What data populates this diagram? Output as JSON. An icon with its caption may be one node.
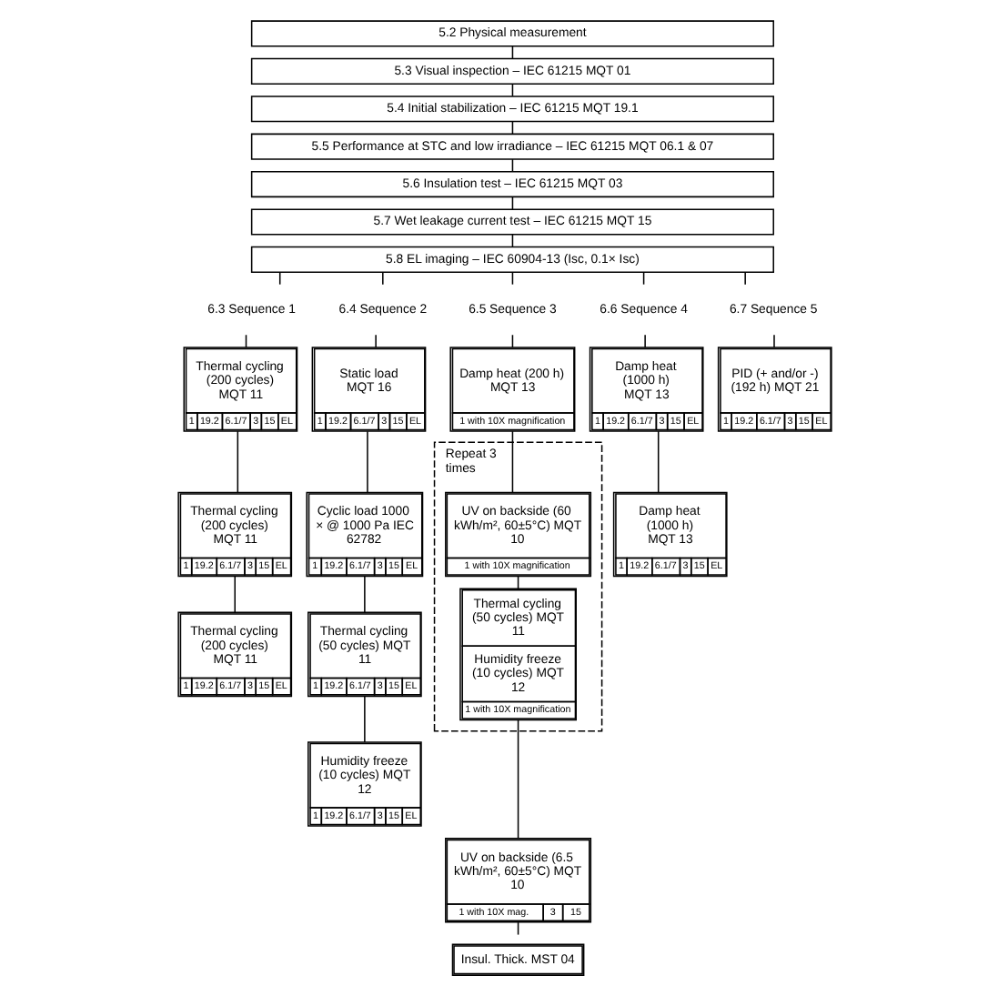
{
  "diagram": {
    "nodes": [
      {
        "text": [
          "5.2 Physical measurement"
        ]
      },
      {
        "text": [
          "5.3 Visual inspection – IEC 61215 MQT 01"
        ]
      },
      {
        "text": [
          "5.4 Initial stabilization – IEC 61215 MQT 19.1"
        ]
      },
      {
        "text": [
          "5.5 Performance at STC and low irradiance – IEC 61215 MQT 06.1 & 07"
        ]
      },
      {
        "text": [
          "5.6 Insulation test – IEC 61215 MQT 03"
        ]
      },
      {
        "text": [
          "5.7 Wet leakage current test – IEC 61215 MQT 15"
        ]
      },
      {
        "text": [
          "5.8 EL imaging – IEC 60904-13 (Isc, 0.1× Isc)"
        ]
      },
      {
        "text": [
          "6.3 Sequence 1"
        ]
      },
      {
        "text": [
          "6.4 Sequence 2"
        ]
      },
      {
        "text": [
          "6.5 Sequence 3"
        ]
      },
      {
        "text": [
          "6.6 Sequence 4"
        ]
      },
      {
        "text": [
          "6.7 Sequence 5"
        ]
      },
      {
        "text": [
          "Thermal cycling (200 cycles) MQT 11",
          "1",
          "19.2",
          "6.1/7",
          "3",
          "15",
          "EL"
        ]
      },
      {
        "text": [
          "Static load MQT 16",
          "1",
          "19.2",
          "6.1/7",
          "3",
          "15",
          "EL"
        ]
      },
      {
        "text": [
          "Damp heat (200 h) MQT 13",
          "1 with 10X magnification"
        ]
      },
      {
        "text": [
          "Damp heat (1000 h) MQT 13",
          "1",
          "19.2",
          "6.1/7",
          "3",
          "15",
          "EL"
        ]
      },
      {
        "text": [
          "PID (+ and/or -) (192 h) MQT 21",
          "1",
          "19.2",
          "6.1/7",
          "3",
          "15",
          "EL"
        ]
      },
      {
        "text": [
          "Thermal cycling (200 cycles) MQT 11",
          "1",
          "19.2",
          "6.1/7",
          "3",
          "15",
          "EL"
        ]
      },
      {
        "text": [
          "Cyclic load 1000 × @ 1000 Pa IEC 62782",
          "1",
          "19.2",
          "6.1/7",
          "3",
          "15",
          "EL"
        ]
      },
      {
        "text": [
          "Repeat 3 times"
        ]
      },
      {
        "text": [
          "Damp heat (1000 h) MQT 13",
          "1",
          "19.2",
          "6.1/7",
          "3",
          "15",
          "EL"
        ]
      },
      {
        "text": [
          "UV on backside (60 kWh/m², 60±5°C) MQT 10",
          "1 with 10X magnification"
        ],
        "in": 19
      },
      {
        "text": [
          "Thermal cycling (200 cycles) MQT 11",
          "1",
          "19.2",
          "6.1/7",
          "3",
          "15",
          "EL"
        ]
      },
      {
        "text": [
          "Thermal cycling (50 cycles) MQT 11",
          "1",
          "19.2",
          "6.1/7",
          "3",
          "15",
          "EL"
        ]
      },
      {
        "text": [
          "Thermal cycling (50 cycles) MQT 11",
          "Humidity freeze (10 cycles) MQT 12",
          "1 with 10X magnification"
        ],
        "in": 19
      },
      {
        "text": [
          "UV on backside (6.5 kWh/m², 60±5°C) MQT 10",
          "1 with 10X mag.",
          "3",
          "15"
        ]
      },
      {
        "text": [
          "Humidity freeze (10 cycles) MQT 12",
          "1",
          "19.2",
          "6.1/7",
          "3",
          "15",
          "EL"
        ]
      },
      {
        "text": [
          "Insul. Thick. MST 04"
        ]
      }
    ],
    "edges": [
      {
        "from": 0,
        "to": 1,
        "arrow": "none"
      },
      {
        "from": 1,
        "to": 2,
        "arrow": "none"
      },
      {
        "from": 2,
        "to": 3,
        "arrow": "none"
      },
      {
        "from": 3,
        "to": 4,
        "arrow": "none"
      },
      {
        "from": 4,
        "to": 5,
        "arrow": "none"
      },
      {
        "from": 5,
        "to": 6,
        "arrow": "none"
      },
      {
        "from": 6,
        "to": 7,
        "arrow": "none"
      },
      {
        "from": 6,
        "to": 8,
        "arrow": "none"
      },
      {
        "from": 6,
        "to": 9,
        "arrow": "none"
      },
      {
        "from": 6,
        "to": 10,
        "arrow": "none"
      },
      {
        "from": 6,
        "to": 11,
        "arrow": "none"
      },
      {
        "from": 7,
        "to": 12,
        "arrow": "none"
      },
      {
        "from": 12,
        "to": 17,
        "arrow": "none"
      },
      {
        "from": 17,
        "to": 22,
        "arrow": "none"
      },
      {
        "from": 8,
        "to": 13,
        "arrow": "none"
      },
      {
        "from": 13,
        "to": 18,
        "arrow": "none"
      },
      {
        "from": 18,
        "to": 23,
        "arrow": "none"
      },
      {
        "from": 23,
        "to": 26,
        "arrow": "none"
      },
      {
        "from": 9,
        "to": 14,
        "arrow": "none"
      },
      {
        "from": 14,
        "to": 21,
        "arrow": "none"
      },
      {
        "from": 21,
        "to": 24,
        "arrow": "none"
      },
      {
        "from": 24,
        "to": 25,
        "arrow": "none"
      },
      {
        "from": 25,
        "to": 27,
        "arrow": "none"
      },
      {
        "from": 10,
        "to": 15,
        "arrow": "none"
      },
      {
        "from": 15,
        "to": 20,
        "arrow": "none"
      },
      {
        "from": 11,
        "to": 16,
        "arrow": "none"
      }
    ]
  }
}
